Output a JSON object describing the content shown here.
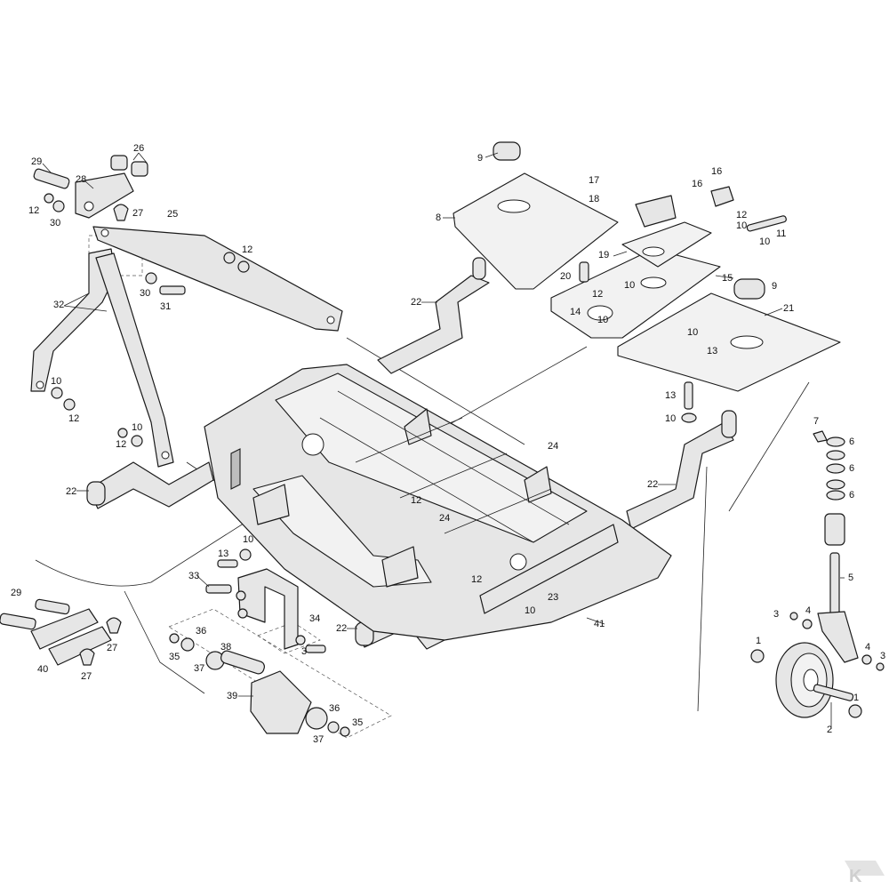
{
  "diagram": {
    "callouts": [
      {
        "id": "c29a",
        "text": "29"
      },
      {
        "id": "c26",
        "text": "26"
      },
      {
        "id": "c28",
        "text": "28"
      },
      {
        "id": "c12a",
        "text": "12"
      },
      {
        "id": "c30a",
        "text": "30"
      },
      {
        "id": "c27a",
        "text": "27"
      },
      {
        "id": "c25",
        "text": "25"
      },
      {
        "id": "c12b",
        "text": "12"
      },
      {
        "id": "c30b",
        "text": "30"
      },
      {
        "id": "c31",
        "text": "31"
      },
      {
        "id": "c32",
        "text": "32"
      },
      {
        "id": "c10a",
        "text": "10"
      },
      {
        "id": "c12c",
        "text": "12"
      },
      {
        "id": "c10b",
        "text": "10"
      },
      {
        "id": "c12d",
        "text": "12"
      },
      {
        "id": "c22a",
        "text": "22"
      },
      {
        "id": "c9a",
        "text": "9"
      },
      {
        "id": "c8",
        "text": "8"
      },
      {
        "id": "c22b",
        "text": "22"
      },
      {
        "id": "c17",
        "text": "17"
      },
      {
        "id": "c18",
        "text": "18"
      },
      {
        "id": "c16a",
        "text": "16"
      },
      {
        "id": "c16b",
        "text": "16"
      },
      {
        "id": "c12e",
        "text": "12"
      },
      {
        "id": "c10c",
        "text": "10"
      },
      {
        "id": "c11",
        "text": "11"
      },
      {
        "id": "c10d",
        "text": "10"
      },
      {
        "id": "c19",
        "text": "19"
      },
      {
        "id": "c20",
        "text": "20"
      },
      {
        "id": "c15",
        "text": "15"
      },
      {
        "id": "c9b",
        "text": "9"
      },
      {
        "id": "c12f",
        "text": "12"
      },
      {
        "id": "c10e",
        "text": "10"
      },
      {
        "id": "c14",
        "text": "14"
      },
      {
        "id": "c10f",
        "text": "10"
      },
      {
        "id": "c21",
        "text": "21"
      },
      {
        "id": "c10g",
        "text": "10"
      },
      {
        "id": "c13a",
        "text": "13"
      },
      {
        "id": "c13b",
        "text": "13"
      },
      {
        "id": "c10h",
        "text": "10"
      },
      {
        "id": "c24a",
        "text": "24"
      },
      {
        "id": "c12g",
        "text": "12"
      },
      {
        "id": "c24b",
        "text": "24"
      },
      {
        "id": "c22c",
        "text": "22"
      },
      {
        "id": "c7",
        "text": "7"
      },
      {
        "id": "c6a",
        "text": "6"
      },
      {
        "id": "c6b",
        "text": "6"
      },
      {
        "id": "c6c",
        "text": "6"
      },
      {
        "id": "c5",
        "text": "5"
      },
      {
        "id": "c13c",
        "text": "13"
      },
      {
        "id": "c10i",
        "text": "10"
      },
      {
        "id": "c33",
        "text": "33"
      },
      {
        "id": "c12h",
        "text": "12"
      },
      {
        "id": "c23",
        "text": "23"
      },
      {
        "id": "c10j",
        "text": "10"
      },
      {
        "id": "c41",
        "text": "41"
      },
      {
        "id": "c29b",
        "text": "29"
      },
      {
        "id": "c40",
        "text": "40"
      },
      {
        "id": "c27b",
        "text": "27"
      },
      {
        "id": "c27c",
        "text": "27"
      },
      {
        "id": "c34",
        "text": "34"
      },
      {
        "id": "c3a",
        "text": "3"
      },
      {
        "id": "c22d",
        "text": "22"
      },
      {
        "id": "c36a",
        "text": "36"
      },
      {
        "id": "c35a",
        "text": "35"
      },
      {
        "id": "c37a",
        "text": "37"
      },
      {
        "id": "c38",
        "text": "38"
      },
      {
        "id": "c39",
        "text": "39"
      },
      {
        "id": "c36b",
        "text": "36"
      },
      {
        "id": "c35b",
        "text": "35"
      },
      {
        "id": "c37b",
        "text": "37"
      },
      {
        "id": "c3b",
        "text": "3"
      },
      {
        "id": "c4a",
        "text": "4"
      },
      {
        "id": "c1a",
        "text": "1"
      },
      {
        "id": "c4b",
        "text": "4"
      },
      {
        "id": "c3c",
        "text": "3"
      },
      {
        "id": "c1b",
        "text": "1"
      },
      {
        "id": "c2",
        "text": "2"
      }
    ]
  },
  "logo": {
    "text": "K"
  },
  "colors": {
    "line": "#1a1a1a",
    "fill": "#e6e6e6",
    "background": "#ffffff"
  }
}
